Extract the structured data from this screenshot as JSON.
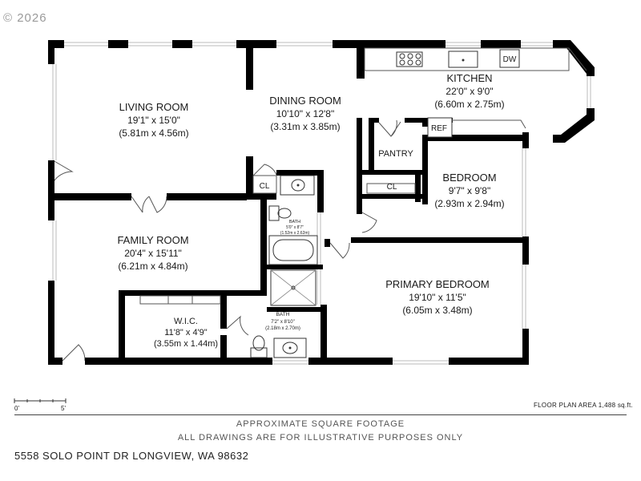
{
  "copyright": "© 2026",
  "rooms": {
    "living": {
      "name": "LIVING ROOM",
      "dim_ft": "19'1\" x 15'0\"",
      "dim_m": "(5.81m x 4.56m)"
    },
    "dining": {
      "name": "DINING ROOM",
      "dim_ft": "10'10\" x 12'8\"",
      "dim_m": "(3.31m x 3.85m)"
    },
    "kitchen": {
      "name": "KITCHEN",
      "dim_ft": "22'0\" x 9'0\"",
      "dim_m": "(6.60m x 2.75m)"
    },
    "bedroom": {
      "name": "BEDROOM",
      "dim_ft": "9'7\" x 9'8\"",
      "dim_m": "(2.93m x 2.94m)"
    },
    "family": {
      "name": "FAMILY ROOM",
      "dim_ft": "20'4\" x 15'11\"",
      "dim_m": "(6.21m x 4.84m)"
    },
    "primary": {
      "name": "PRIMARY BEDROOM",
      "dim_ft": "19'10\" x 11'5\"",
      "dim_m": "(6.05m x 3.48m)"
    },
    "wic": {
      "name": "W.I.C.",
      "dim_ft": "11'8\" x 4'9\"",
      "dim_m": "(3.55m x 1.44m)"
    },
    "bath1": {
      "name": "BATH",
      "dim_ft": "5'0\" x 8'7\"",
      "dim_m": "(1.52m x 2.62m)"
    },
    "bath2": {
      "name": "BATH",
      "dim_ft": "7'2\" x 8'10\"",
      "dim_m": "(2.18m x 2.70m)"
    }
  },
  "fixtures": {
    "pantry": "PANTRY",
    "cl_dining": "CL",
    "cl_bedroom": "CL",
    "ref": "REF",
    "dw": "DW"
  },
  "scale": {
    "start": "0'",
    "end": "5'"
  },
  "floor_area": "FLOOR PLAN AREA 1,488 sq.ft.",
  "footer": {
    "line1": "APPROXIMATE SQUARE FOOTAGE",
    "line2": "ALL DRAWINGS ARE FOR ILLUSTRATIVE PURPOSES ONLY"
  },
  "address": "5558 SOLO POINT DR LONGVIEW, WA 98632",
  "colors": {
    "wall": "#000000",
    "window": "#bbbbbb",
    "text": "#1a1a1a"
  }
}
